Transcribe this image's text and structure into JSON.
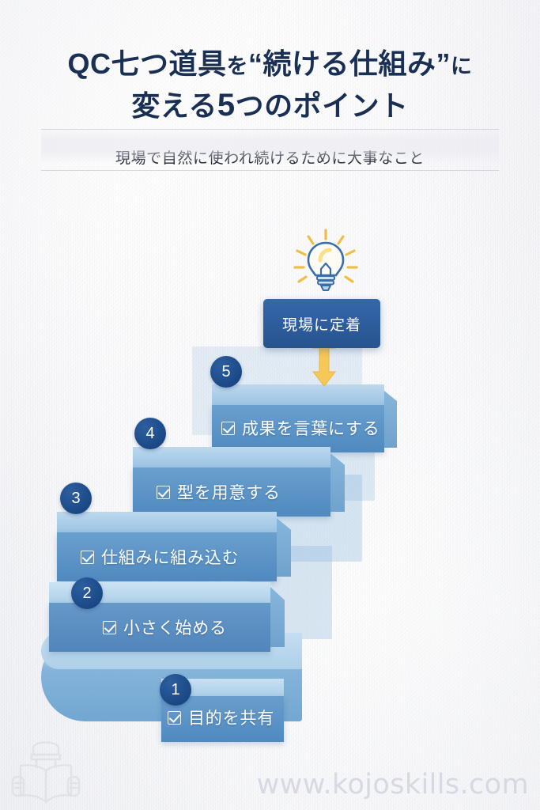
{
  "header": {
    "title_part_1": "QC七つ道具",
    "title_part_2": "を",
    "title_part_3": "“続ける仕組み”",
    "title_part_4": "に",
    "title_part_5": "変える",
    "title_part_6": "5",
    "title_part_7": "つのポイント",
    "subtitle": "現場で自然に使われ続けるために大事なこと"
  },
  "goal": {
    "label": "現場に定着",
    "icon": "lightbulb-icon",
    "arrow_icon": "double-arrow-up-down-icon"
  },
  "steps": [
    {
      "number": "1",
      "label": "目的を共有",
      "checkbox": "checked-box-icon"
    },
    {
      "number": "2",
      "label": "小さく始める",
      "checkbox": "checked-box-icon"
    },
    {
      "number": "3",
      "label": "仕組みに組み込む",
      "checkbox": "checked-box-icon"
    },
    {
      "number": "4",
      "label": "型を用意する",
      "checkbox": "checked-box-icon"
    },
    {
      "number": "5",
      "label": "成果を言葉にする",
      "checkbox": "checked-box-icon"
    }
  ],
  "footer": {
    "watermark": "www.kojoskills.com",
    "logo_icon": "person-reading-book-icon"
  },
  "colors": {
    "title_navy": "#1a2f54",
    "badge_navy": "#1e4d8c",
    "goal_blue": "#2d5c9c",
    "step_face": "#5b93c6",
    "step_top": "#a9cce7",
    "arrow_yellow": "#f5c857",
    "background": "#f7f7fa",
    "watermark_gray": "#d7d9e2"
  }
}
